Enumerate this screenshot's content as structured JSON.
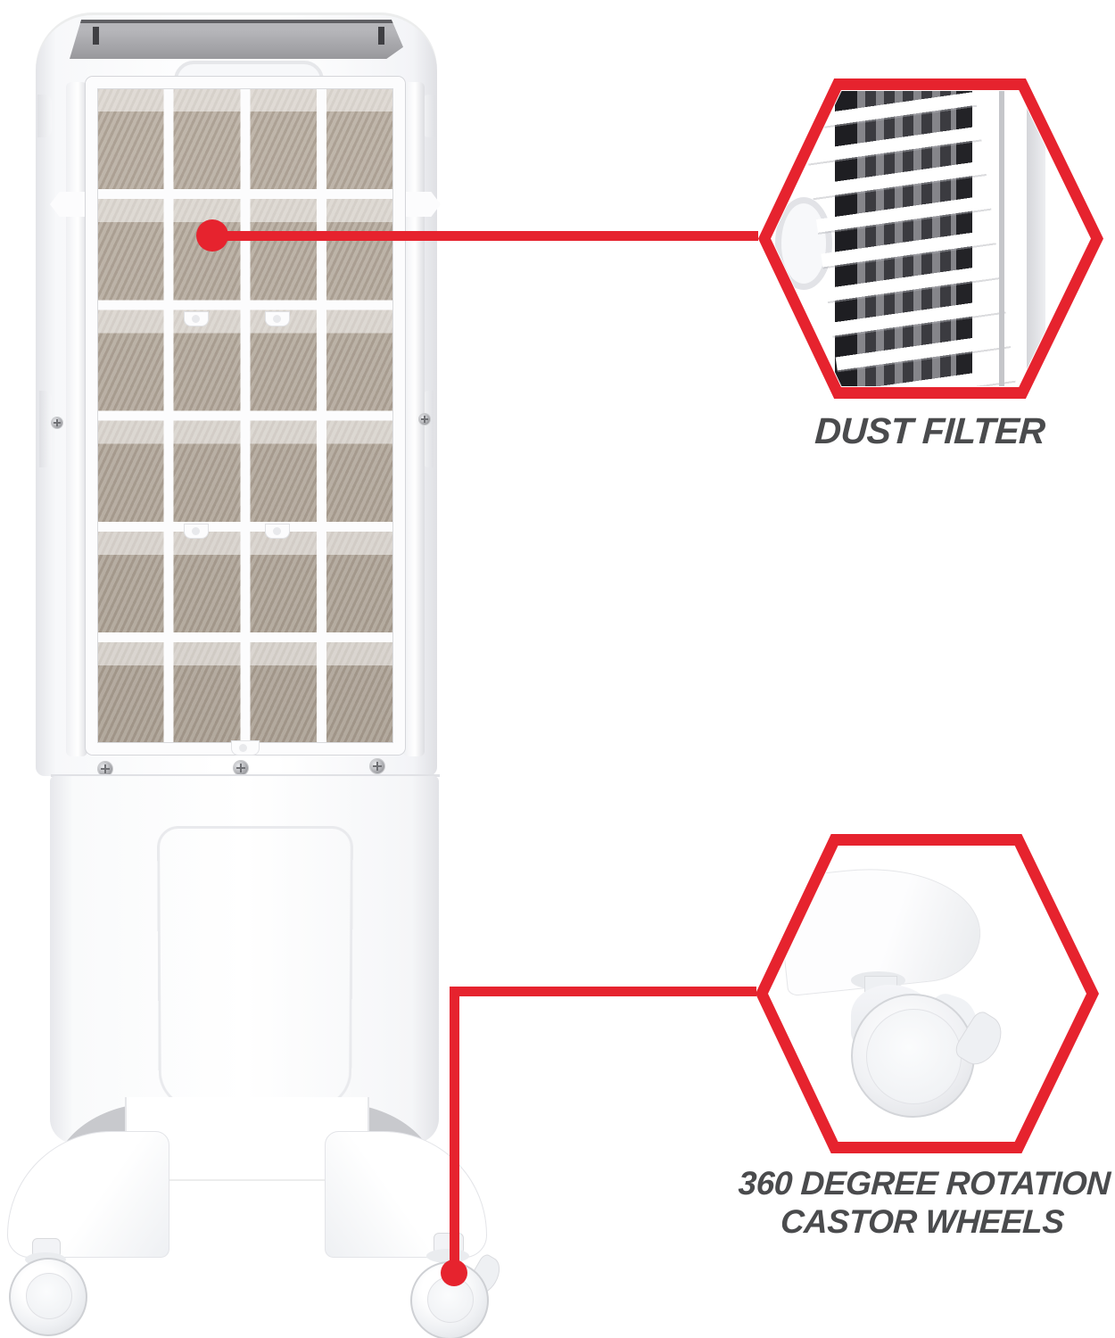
{
  "figure": {
    "description": "air cooler rear view with feature callouts"
  },
  "callouts": {
    "dust_filter": {
      "label": "DUST FILTER"
    },
    "castor_wheels": {
      "line1": "360 DEGREE ROTATION",
      "line2": "CASTOR WHEELS"
    }
  },
  "colors": {
    "accent_red": "#e6232e",
    "label_text": "#4a4b4d",
    "body_white": "#ffffff",
    "top_cap_gray": "#98989c",
    "mesh_tan": "#aca295"
  }
}
